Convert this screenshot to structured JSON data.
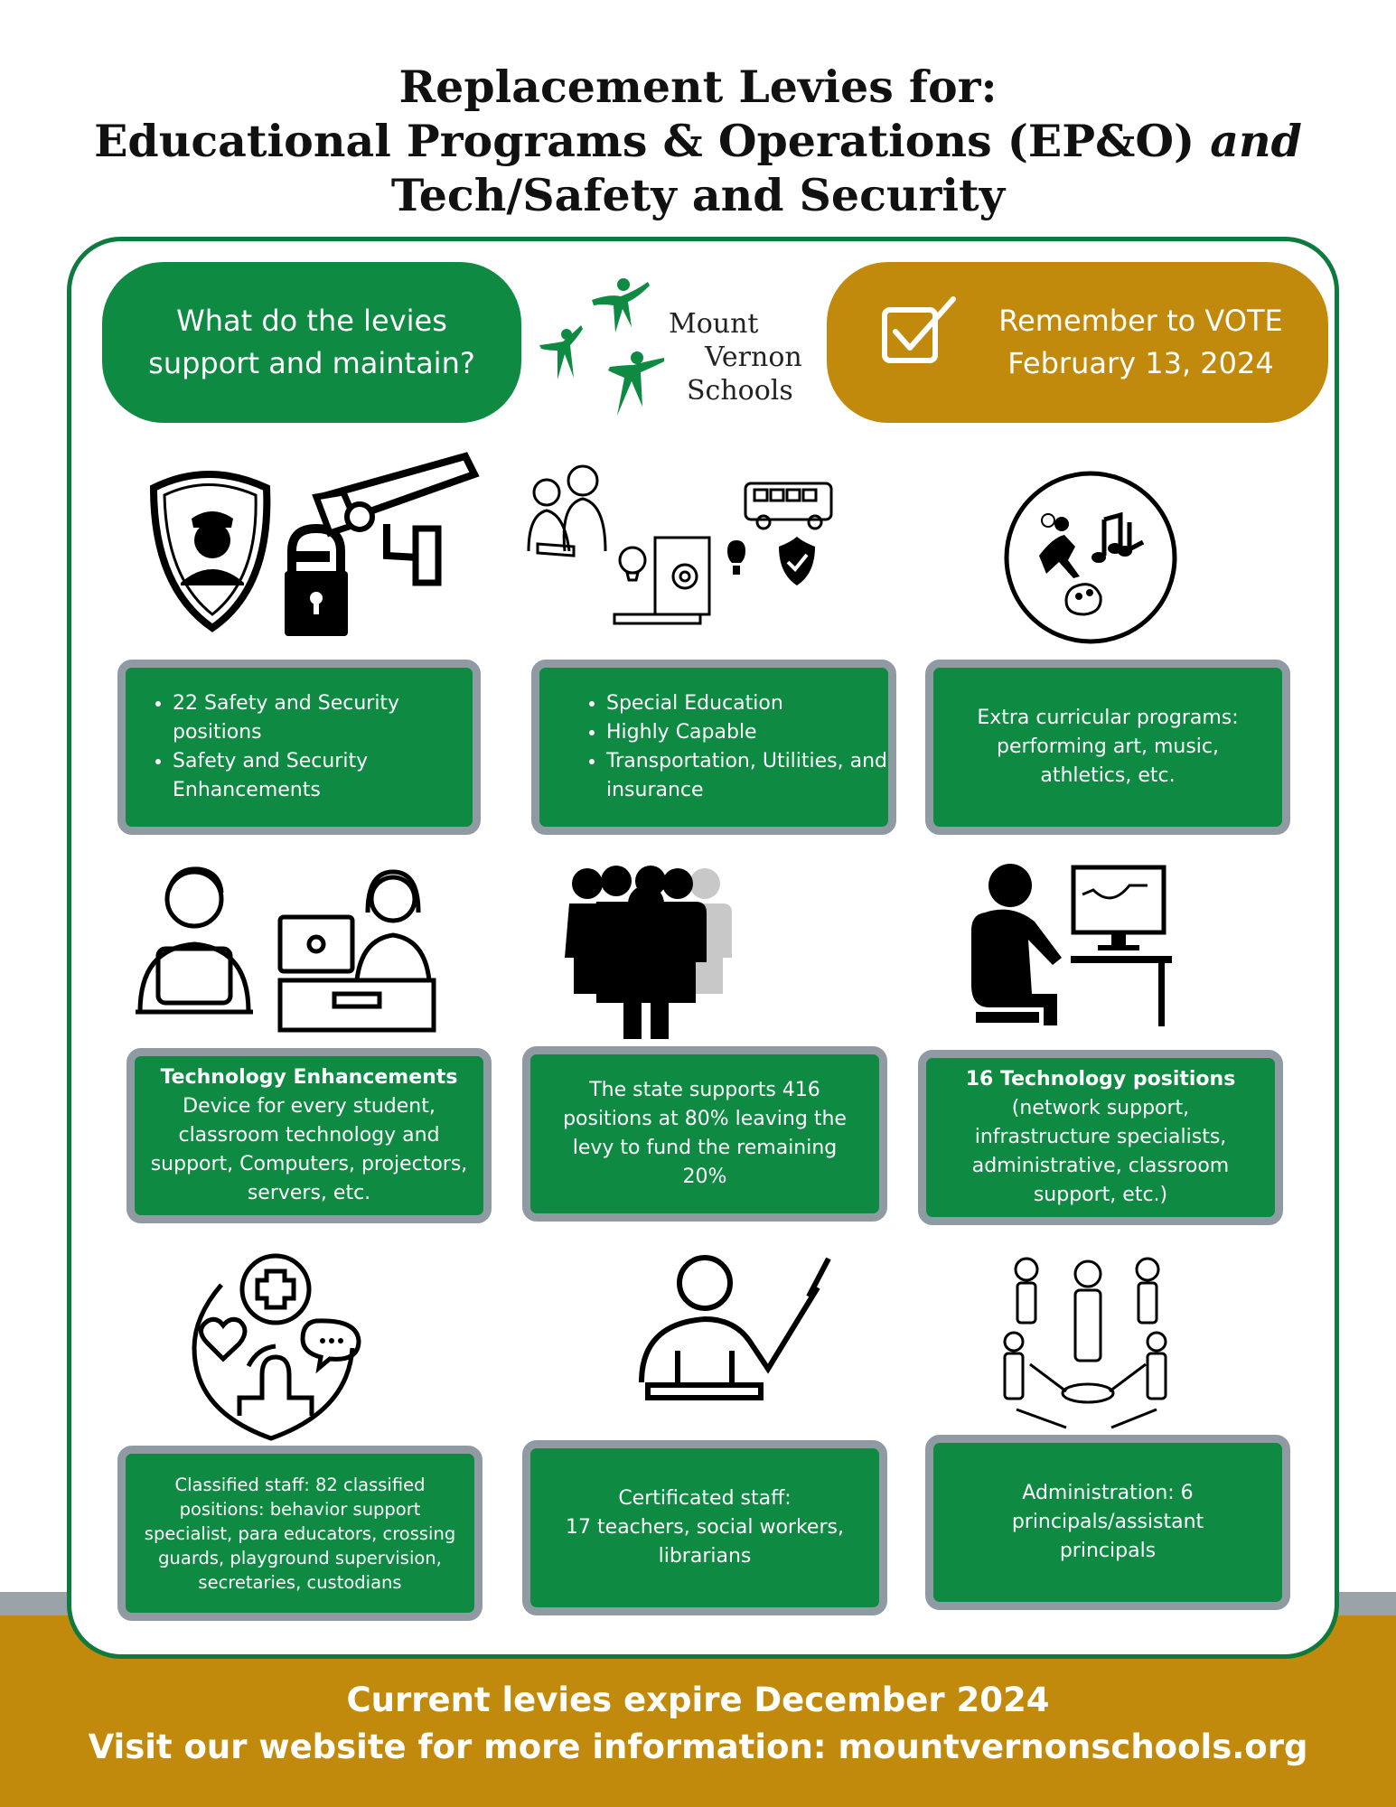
{
  "title": {
    "line1": "Replacement Levies for:",
    "line2_main": "Educational Programs & Operations (EP&O)",
    "line2_italic": "and",
    "line3": "Tech/Safety and Security"
  },
  "header": {
    "question": {
      "line1": "What do the levies",
      "line2": "support and maintain?"
    },
    "logo": {
      "line1": "Mount",
      "line2": "Vernon",
      "line3": "Schools"
    },
    "vote": {
      "line1": "Remember to VOTE",
      "line2": "February 13, 2024"
    }
  },
  "cards": {
    "safety": {
      "items": [
        "22 Safety and Security positions",
        "Safety and Security Enhancements"
      ]
    },
    "programs": {
      "items": [
        "Special Education",
        "Highly Capable",
        "Transportation, Utilities, and insurance"
      ]
    },
    "extracurricular": {
      "line1": "Extra curricular programs:",
      "line2": "performing art, music,",
      "line3": "athletics, etc."
    },
    "tech_enh": {
      "heading": "Technology Enhancements",
      "line1": "Device for every student,",
      "line2": "classroom technology and",
      "line3": "support, Computers, projectors,",
      "line4": "servers, etc."
    },
    "state": {
      "line1": "The state supports 416",
      "line2": "positions at 80% leaving the",
      "line3": "levy to fund the remaining",
      "line4": "20%"
    },
    "tech_pos": {
      "heading": "16 Technology positions",
      "line1": "(network support,",
      "line2": "infrastructure specialists,",
      "line3": "administrative, classroom",
      "line4": "support, etc.)"
    },
    "classified": {
      "line1": "Classified staff: 82 classified",
      "line2": "positions: behavior support",
      "line3": "specialist, para educators, crossing",
      "line4": "guards, playground supervision,",
      "line5": "secretaries, custodians"
    },
    "certificated": {
      "line1": "Certificated staff:",
      "line2": "17 teachers, social workers,",
      "line3": "librarians"
    },
    "administration": {
      "line1": "Administration: 6",
      "line2": "principals/assistant",
      "line3": "principals"
    }
  },
  "footer": {
    "line1": "Current levies expire December 2024",
    "line2": "Visit our website for more information: mountvernonschools.org"
  },
  "colors": {
    "green": "#0e8a43",
    "frame_green": "#0e7a3d",
    "gold": "#c28a0c",
    "card_border": "#8f9aa2"
  }
}
